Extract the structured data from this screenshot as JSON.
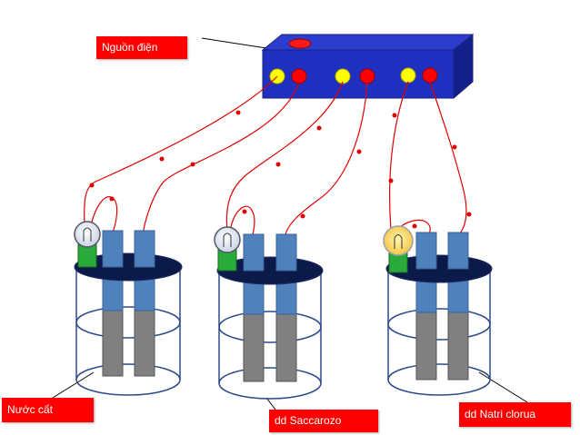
{
  "labels": {
    "power_source": "Nguồn điện",
    "distilled_water": "Nước cất",
    "sucrose_solution": "dd Saccarozo",
    "sodium_chloride_solution": "dd Natri clorua"
  },
  "colors": {
    "power_box": "#1f2fbf",
    "terminal_positive": "#ffff00",
    "terminal_negative": "#ff0000",
    "wire": "#e00000",
    "electrode": "#4f81bd",
    "electrode_submerged": "#808080",
    "lid": "#0c1a4a",
    "bulb_holder": "#2aaa3a",
    "bulb_lit": "#ffd95a",
    "bulb_unlit": "#e8ecf4"
  },
  "bulbs": [
    {
      "beaker": "distilled_water",
      "lit": false
    },
    {
      "beaker": "sucrose_solution",
      "lit": false
    },
    {
      "beaker": "sodium_chloride_solution",
      "lit": true
    }
  ]
}
